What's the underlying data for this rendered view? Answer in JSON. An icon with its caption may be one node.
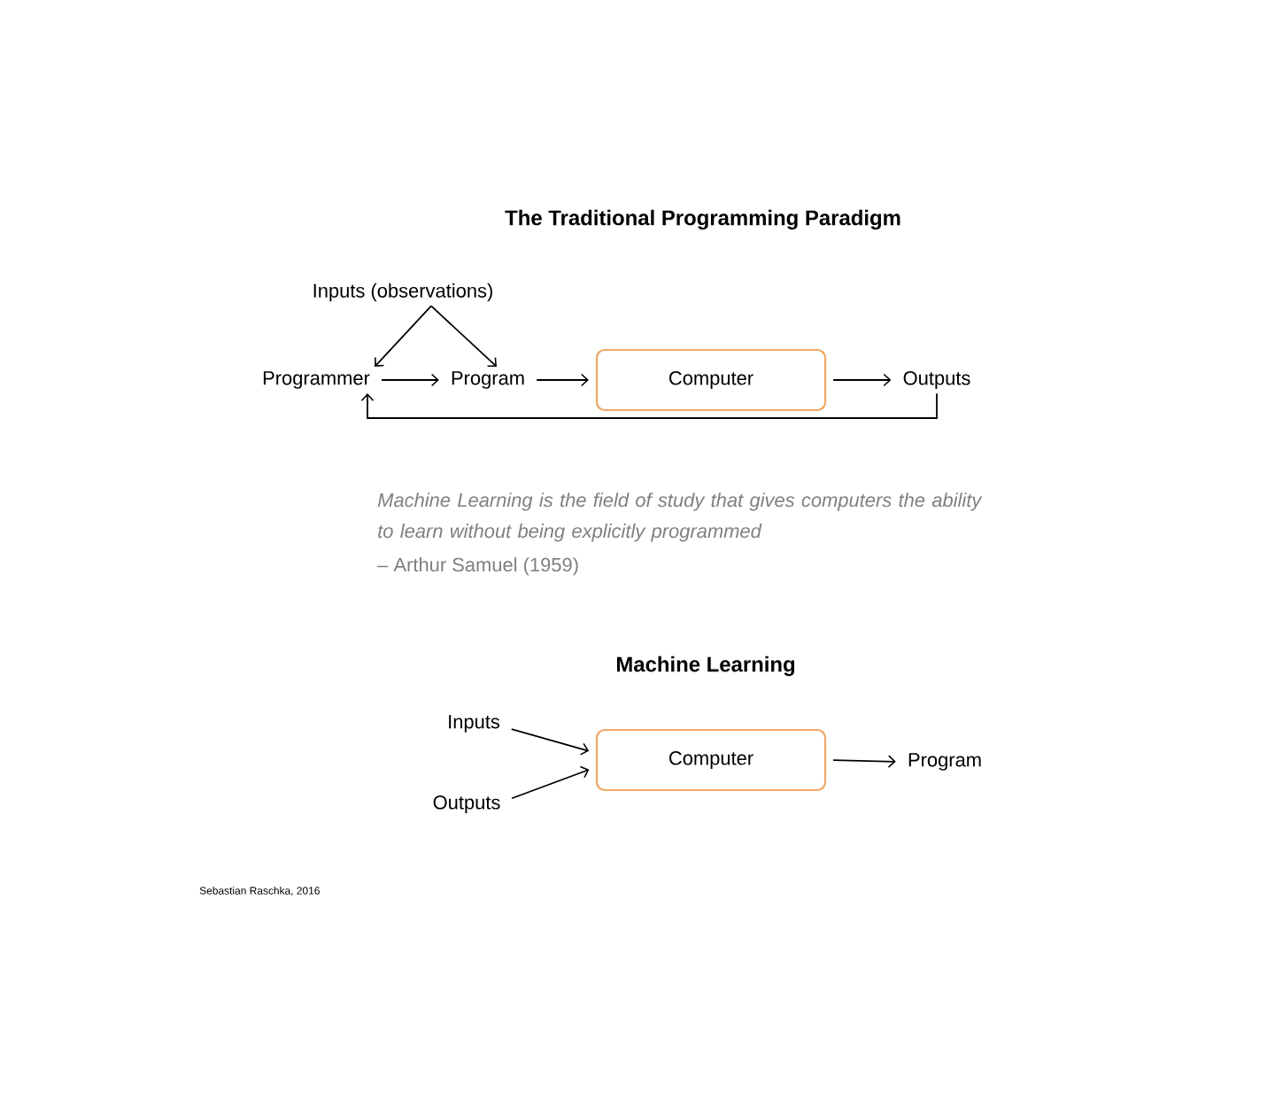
{
  "diagram": {
    "title": "The Traditional Programming Paradigm",
    "nodes": [
      {
        "text": [
          "Inputs (observations)"
        ]
      },
      {
        "text": [
          "Programmer"
        ]
      },
      {
        "text": [
          "Program"
        ]
      },
      {
        "text": [
          "Computer"
        ]
      },
      {
        "text": [
          "Outputs"
        ]
      },
      {
        "text": [
          "Inputs"
        ]
      },
      {
        "text": [
          "Outputs"
        ]
      },
      {
        "text": [
          "Computer"
        ]
      },
      {
        "text": [
          "Program"
        ]
      }
    ],
    "edges": [
      {
        "from": 0,
        "to": 1,
        "arrow": "to"
      },
      {
        "from": 0,
        "to": 2,
        "arrow": "to"
      },
      {
        "from": 1,
        "to": 2,
        "arrow": "to"
      },
      {
        "from": 2,
        "to": 3,
        "arrow": "to"
      },
      {
        "from": 3,
        "to": 4,
        "arrow": "to"
      },
      {
        "from": 4,
        "to": 1,
        "arrow": "to"
      },
      {
        "from": 5,
        "to": 7,
        "arrow": "to"
      },
      {
        "from": 6,
        "to": 7,
        "arrow": "to"
      },
      {
        "from": 7,
        "to": 8,
        "arrow": "to"
      }
    ],
    "labels": [
      "Machine Learning is the field of study that gives computers the ability to learn without being explicitly programmed",
      "– Arthur Samuel (1959)",
      "Machine Learning",
      "Sebastian Raschka, 2016"
    ]
  }
}
